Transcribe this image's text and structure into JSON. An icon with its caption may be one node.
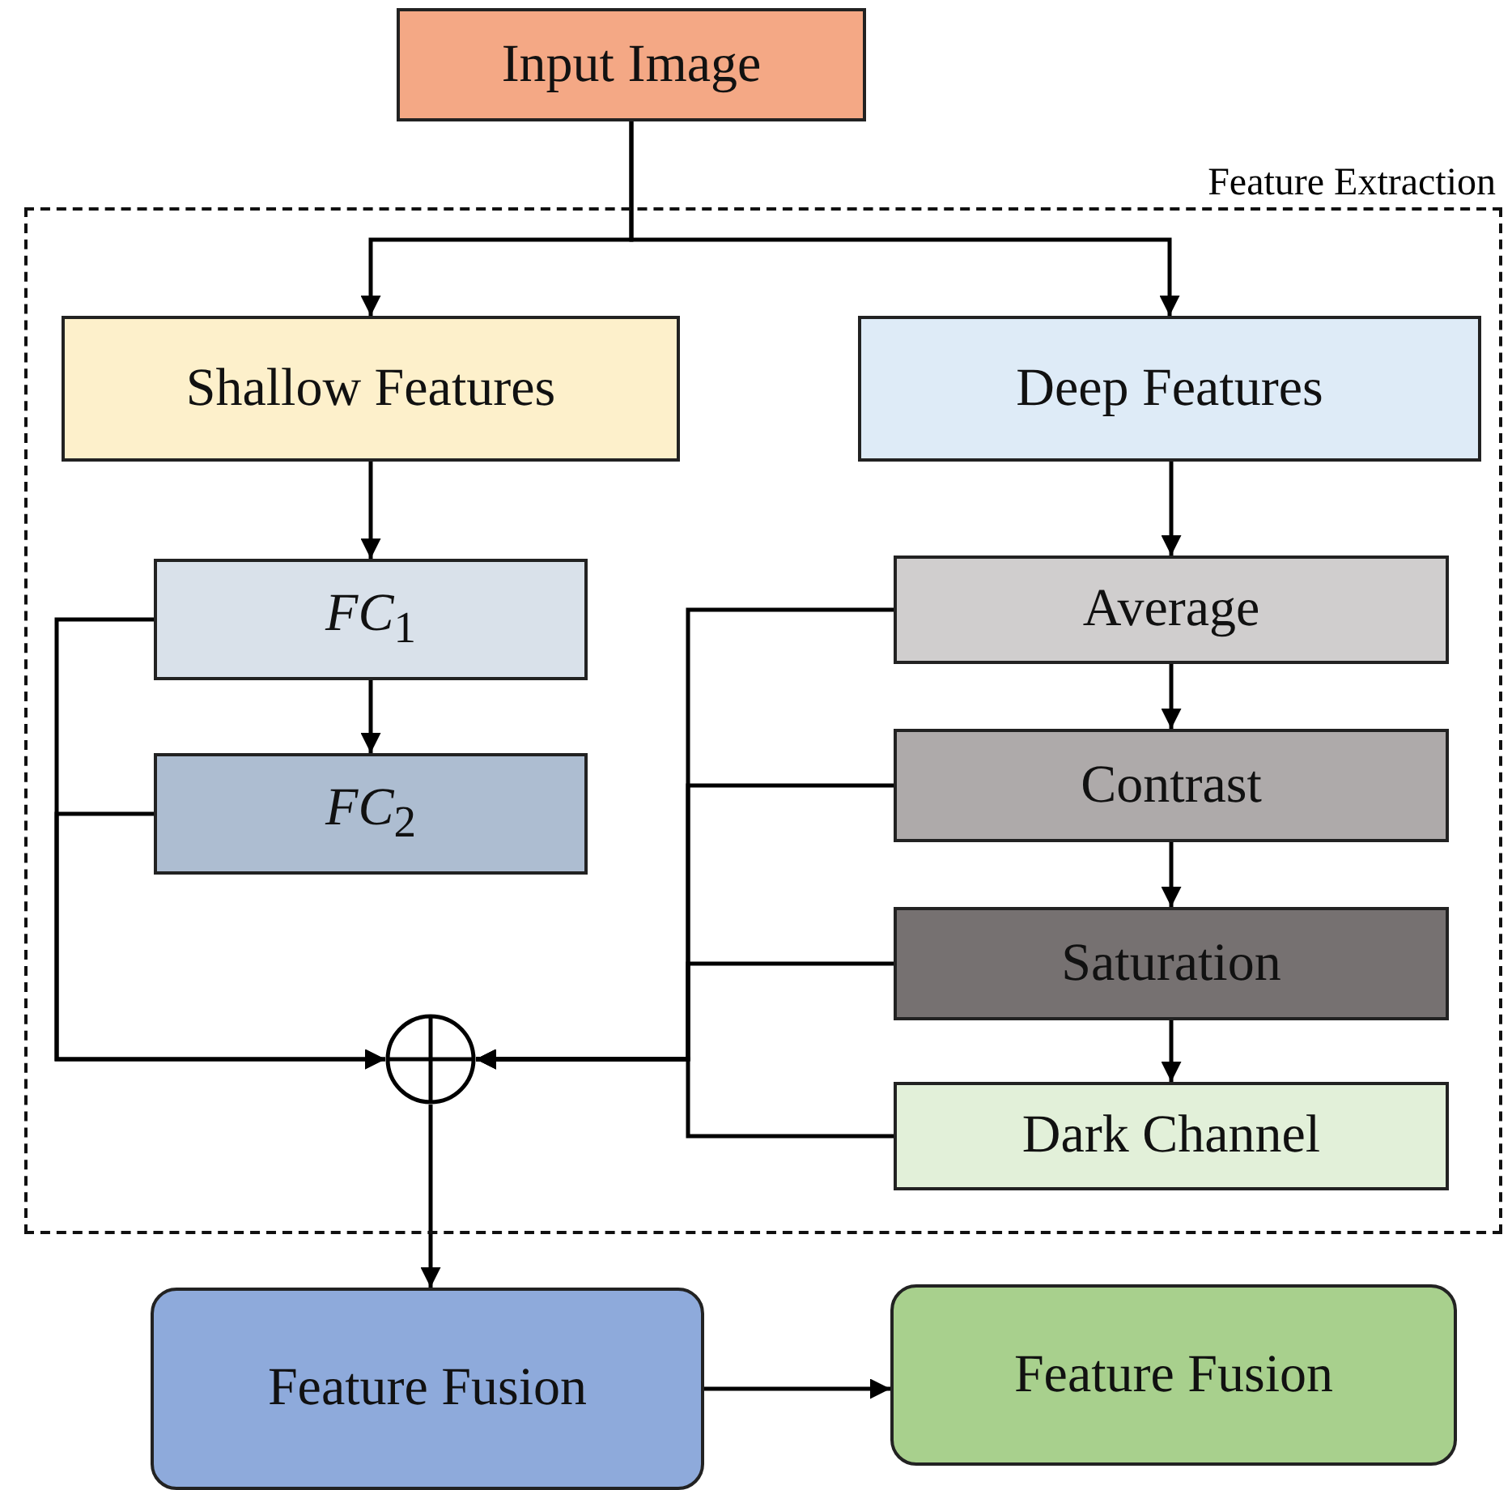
{
  "diagram": {
    "nodes": [
      {
        "text": [
          "Input Image"
        ]
      },
      {
        "text": [
          "Feature Extraction"
        ]
      },
      {
        "text": [
          "Shallow Features"
        ],
        "in": 1
      },
      {
        "text": [
          "Deep Features"
        ],
        "in": 1
      },
      {
        "text": [
          "*FC*$_{1}$"
        ],
        "in": 1
      },
      {
        "text": [
          "*FC*$_{2}$"
        ],
        "in": 1
      },
      {
        "text": [
          "Average"
        ],
        "in": 1
      },
      {
        "text": [
          "Contrast"
        ],
        "in": 1
      },
      {
        "text": [
          "Saturation"
        ],
        "in": 1
      },
      {
        "text": [
          "Dark Channel"
        ],
        "in": 1
      },
      {
        "text": [],
        "shape": "circle",
        "in": 1
      },
      {
        "text": [
          "Feature Fusion"
        ]
      },
      {
        "text": [
          "Feature Fusion"
        ]
      }
    ],
    "edges": [
      {
        "from": 0,
        "to": 2,
        "arrow": "to"
      },
      {
        "from": 0,
        "to": 3,
        "arrow": "to"
      },
      {
        "from": 2,
        "to": 4,
        "arrow": "to"
      },
      {
        "from": 4,
        "to": 5,
        "arrow": "to"
      },
      {
        "from": 3,
        "to": 6,
        "arrow": "to"
      },
      {
        "from": 6,
        "to": 7,
        "arrow": "to"
      },
      {
        "from": 7,
        "to": 8,
        "arrow": "to"
      },
      {
        "from": 8,
        "to": 9,
        "arrow": "to"
      },
      {
        "from": 4,
        "to": 10,
        "arrow": "to"
      },
      {
        "from": 5,
        "to": 10,
        "arrow": "to"
      },
      {
        "from": 6,
        "to": 10,
        "arrow": "to"
      },
      {
        "from": 7,
        "to": 10,
        "arrow": "to"
      },
      {
        "from": 8,
        "to": 10,
        "arrow": "to"
      },
      {
        "from": 9,
        "to": 10,
        "arrow": "to"
      },
      {
        "from": 10,
        "to": 11,
        "arrow": "to"
      },
      {
        "from": 11,
        "to": 12,
        "arrow": "to"
      }
    ]
  }
}
